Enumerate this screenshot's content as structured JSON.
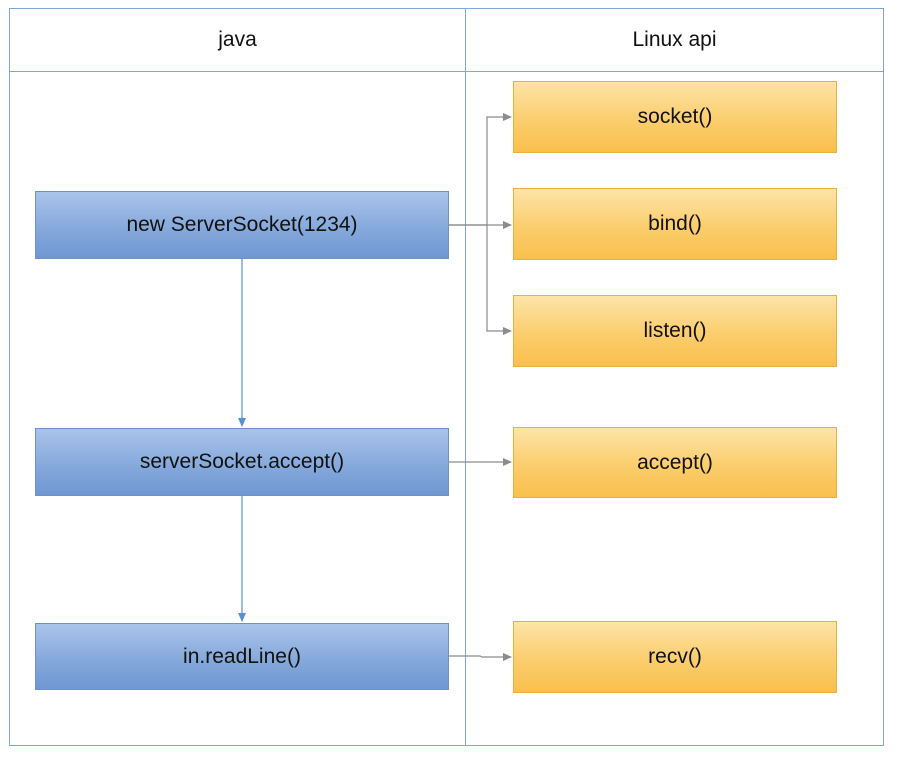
{
  "columns": {
    "java": "java",
    "linux": "Linux api"
  },
  "java_steps": [
    {
      "label": "new ServerSocket(1234)"
    },
    {
      "label": "serverSocket.accept()"
    },
    {
      "label": "in.readLine()"
    }
  ],
  "linux_calls": [
    {
      "label": "socket()"
    },
    {
      "label": "bind()"
    },
    {
      "label": "listen()"
    },
    {
      "label": "accept()"
    },
    {
      "label": "recv()"
    }
  ],
  "colors": {
    "java_box": "#86a9dc",
    "linux_box": "#fbcd6c",
    "border": "#7ea7d6",
    "flow_arrow": "#5b8fd1",
    "call_arrow": "#8c8c8c"
  }
}
